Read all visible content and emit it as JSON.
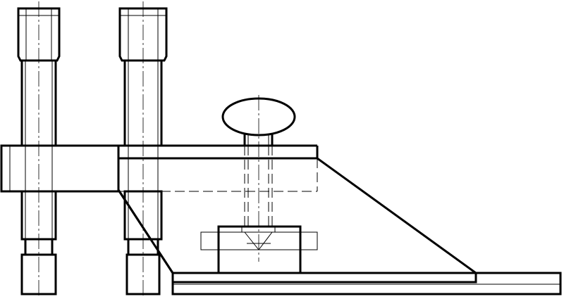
{
  "drawing": {
    "line_color": "#000000",
    "background": "#ffffff",
    "parts": [
      "clamp-bar",
      "support-plate",
      "base-plate",
      "stud-left",
      "stud-right",
      "clamp-screw",
      "thumb-knob",
      "sliding-block"
    ]
  }
}
